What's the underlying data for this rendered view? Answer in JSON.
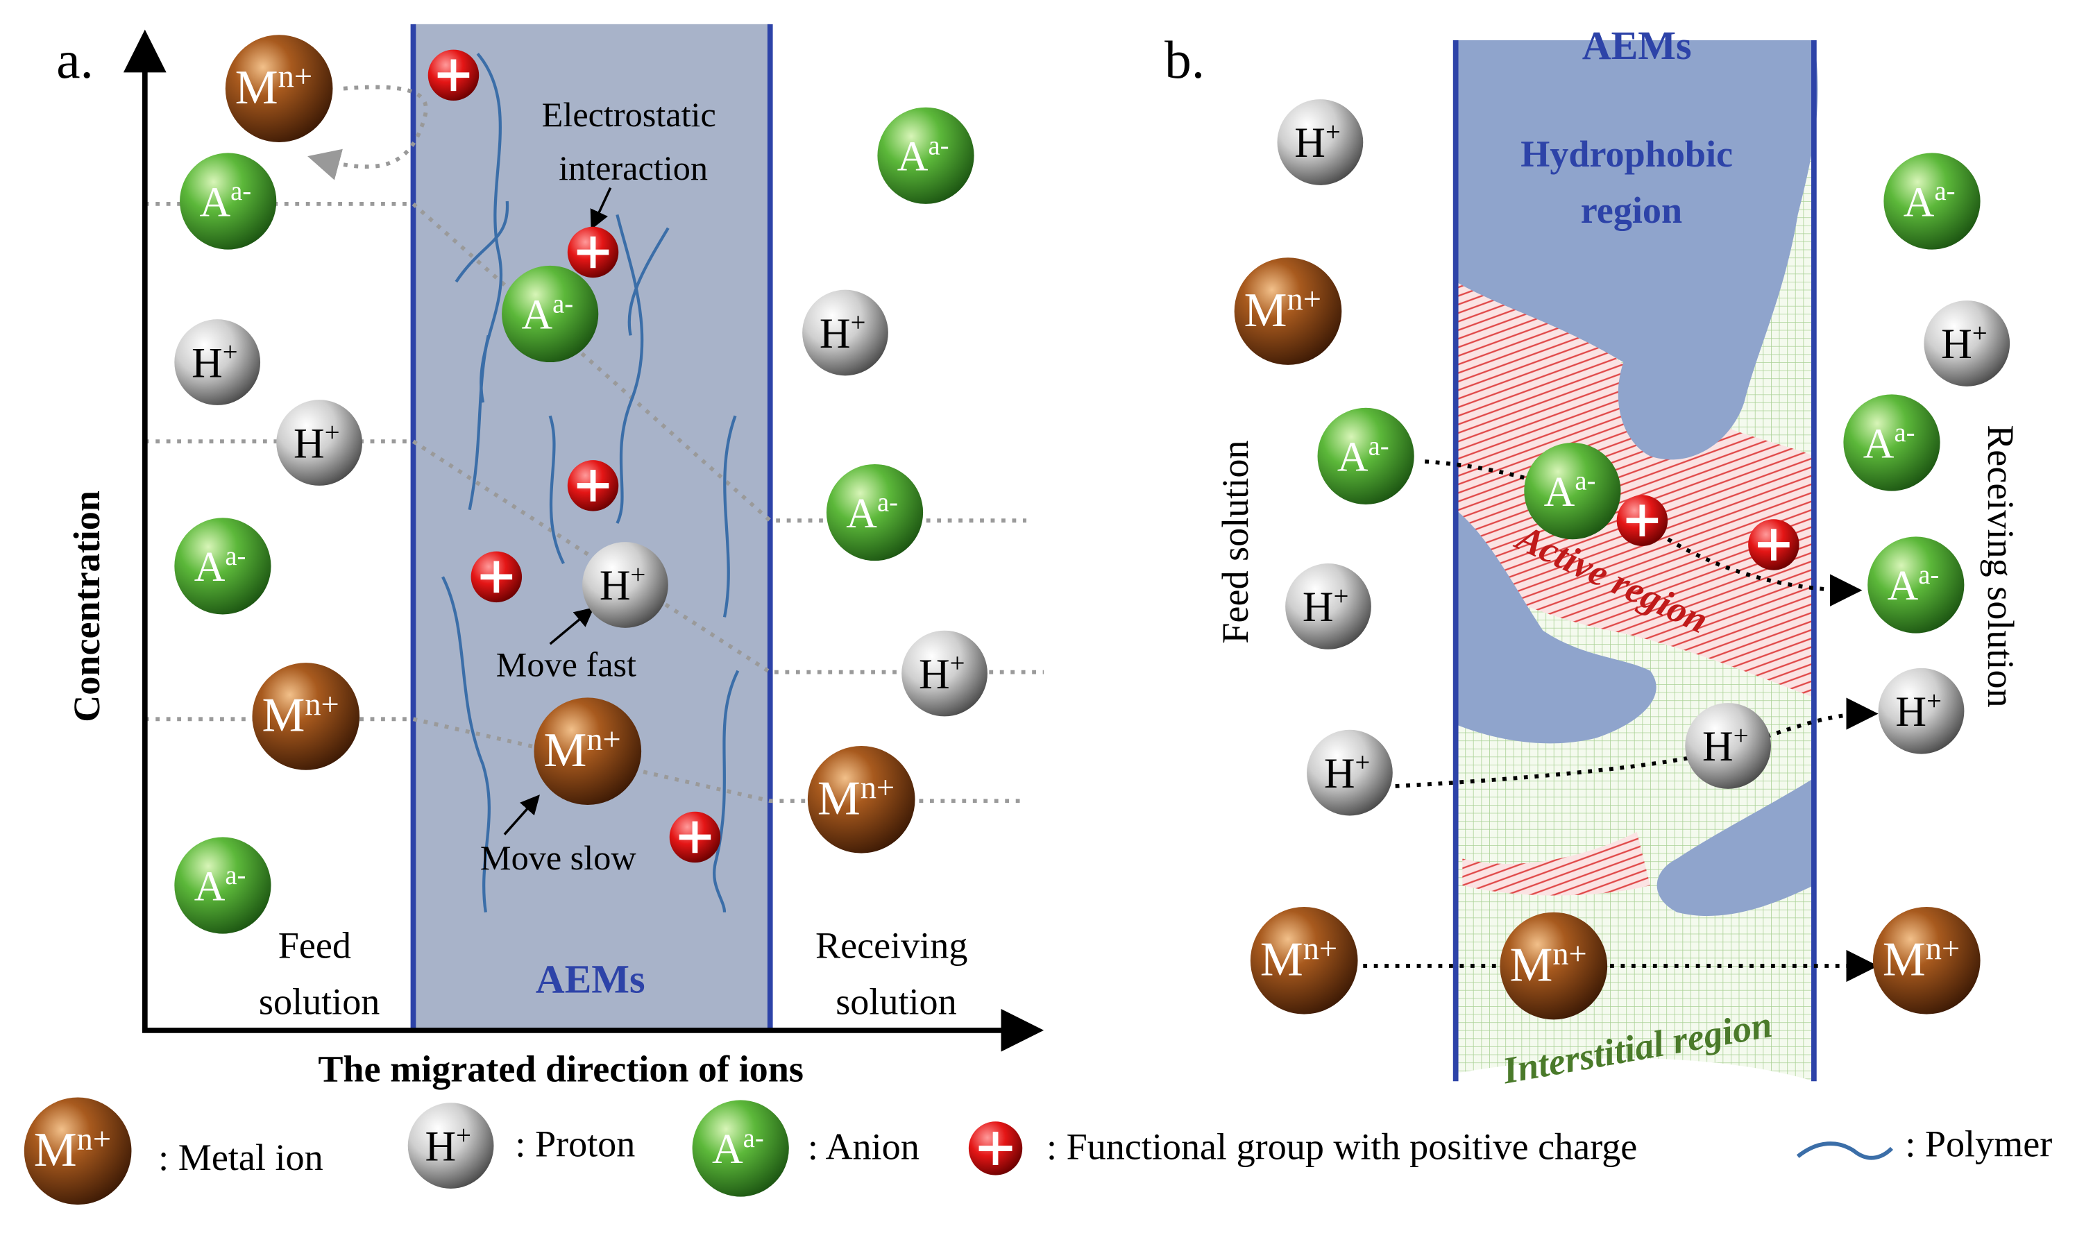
{
  "panel_a": {
    "label": "a.",
    "y_axis_label": "Concentration",
    "x_axis_label": "The migrated direction of ions",
    "membrane_label": "AEMs",
    "feed_label_line1": "Feed",
    "feed_label_line2": "solution",
    "receiving_label_line1": "Receiving",
    "receiving_label_line2": "solution",
    "annotation_electrostatic_line1": "Electrostatic",
    "annotation_electrostatic_line2": "interaction",
    "annotation_fast": "Move fast",
    "annotation_slow": "Move slow"
  },
  "panel_b": {
    "label": "b.",
    "membrane_label": "AEMs",
    "hydrophobic_line1": "Hydrophobic",
    "hydrophobic_line2": "region",
    "active_region": "Active region",
    "interstitial_region": "Interstitial region",
    "feed_label": "Feed solution",
    "receiving_label": "Receiving solution"
  },
  "ions": {
    "metal": {
      "base": "M",
      "sup": "n+"
    },
    "proton": {
      "base": "H",
      "sup": "+"
    },
    "anion": {
      "base": "A",
      "sup": "a-"
    }
  },
  "legend": {
    "metal": ": Metal ion",
    "proton": ": Proton",
    "anion": ": Anion",
    "functional": ": Functional group with positive charge",
    "polymer": ": Polymer"
  },
  "colors": {
    "metal": "#8a4513",
    "proton": "#b8b8b8",
    "anion": "#3f9a2c",
    "functional": "#e01414",
    "membrane_fill": "#a8b3c9",
    "membrane_edge": "#2d43a8",
    "hydrophobic": "#8fa4cc",
    "active": "#e03a3a",
    "interstitial": "#b7d8a6",
    "label_blue": "#2d43a8",
    "label_red": "#c01a1a",
    "label_green": "#4a7a2a"
  }
}
